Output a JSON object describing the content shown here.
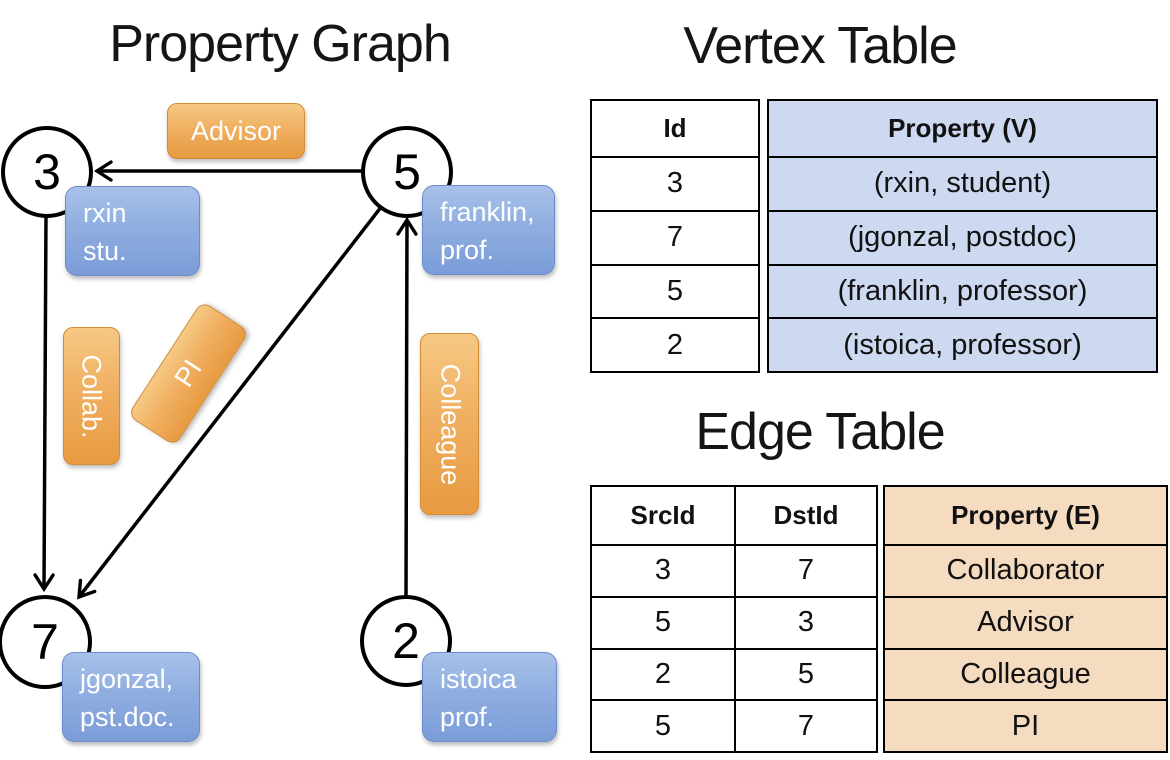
{
  "graph": {
    "title": "Property Graph",
    "nodes": [
      {
        "id": "3",
        "label_line1": "rxin",
        "label_line2": "stu."
      },
      {
        "id": "5",
        "label_line1": "franklin,",
        "label_line2": "prof."
      },
      {
        "id": "7",
        "label_line1": "jgonzal,",
        "label_line2": "pst.doc."
      },
      {
        "id": "2",
        "label_line1": "istoica",
        "label_line2": "prof."
      }
    ],
    "edge_labels": {
      "advisor": "Advisor",
      "collab": "Collab.",
      "pi": "PI",
      "colleague": "Colleague"
    }
  },
  "vertex_table": {
    "title": "Vertex Table",
    "columns": [
      "Id",
      "Property (V)"
    ],
    "rows": [
      [
        "3",
        "(rxin, student)"
      ],
      [
        "7",
        "(jgonzal, postdoc)"
      ],
      [
        "5",
        "(franklin, professor)"
      ],
      [
        "2",
        "(istoica, professor)"
      ]
    ]
  },
  "edge_table": {
    "title": "Edge Table",
    "columns": [
      "SrcId",
      "DstId",
      "Property (E)"
    ],
    "rows": [
      [
        "3",
        "7",
        "Collaborator"
      ],
      [
        "5",
        "3",
        "Advisor"
      ],
      [
        "2",
        "5",
        "Colleague"
      ],
      [
        "5",
        "7",
        "PI"
      ]
    ]
  },
  "colors": {
    "edge_label_orange_top": "#f6c984",
    "edge_label_orange_bottom": "#e79a40",
    "vertex_label_blue_top": "#a9c1e9",
    "vertex_label_blue_bottom": "#7b9cd8",
    "vertex_property_fill": "#cdd9f0",
    "edge_property_fill": "#f5dcc1",
    "line_color": "#000000"
  }
}
